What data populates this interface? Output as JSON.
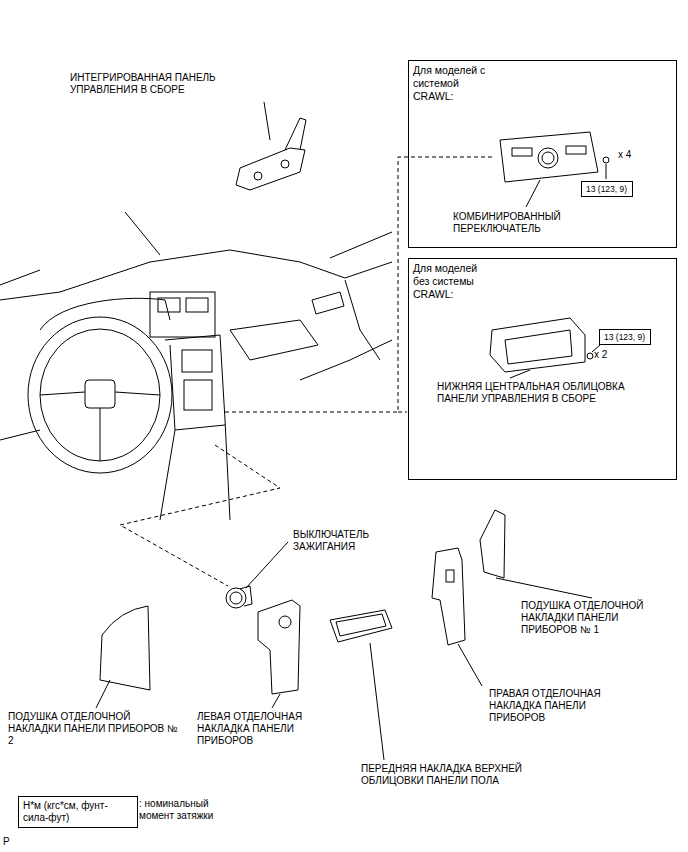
{
  "diagram": {
    "nodes": [
      {
        "text": [
          "Для моделей с системой CRAWL:",
          "x 4",
          "КОМБИНИРОВАННЫЙ ПЕРЕКЛЮЧАТЕЛЬ"
        ]
      },
      {
        "text": [
          "13 (123, 9)"
        ],
        "in": 0
      },
      {
        "text": [
          "Для моделей без системы CRAWL:",
          "x 2",
          "НИЖНЯЯ ЦЕНТРАЛЬНАЯ ОБЛИЦОВКА ПАНЕЛИ УПРАВЛЕНИЯ В СБОРЕ"
        ]
      },
      {
        "text": [
          "13 (123, 9)"
        ],
        "in": 2
      },
      {
        "text": [
          "Н*м (кгс*см, фунт-сила-фут)"
        ]
      }
    ],
    "labels": [
      "ИНТЕГРИРОВАННАЯ ПАНЕЛЬ УПРАВЛЕНИЯ В СБОРЕ",
      "ВЫКЛЮЧАТЕЛЬ ЗАЖИГАНИЯ",
      "ПОДУШКА ОТДЕЛОЧНОЙ НАКЛАДКИ ПАНЕЛИ ПРИБОРОВ № 1",
      "ПРАВАЯ ОТДЕЛОЧНАЯ НАКЛАДКА ПАНЕЛИ ПРИБОРОВ",
      "ПОДУШКА ОТДЕЛОЧНОЙ НАКЛАДКИ ПАНЕЛИ ПРИБОРОВ № 2",
      "ЛЕВАЯ ОТДЕЛОЧНАЯ НАКЛАДКА ПАНЕЛИ ПРИБОРОВ",
      "ПЕРЕДНЯЯ НАКЛАДКА ВЕРХНЕЙ ОБЛИЦОВКИ ПАНЕЛИ ПОЛА",
      ": номинальный момент затяжки",
      "P"
    ]
  }
}
